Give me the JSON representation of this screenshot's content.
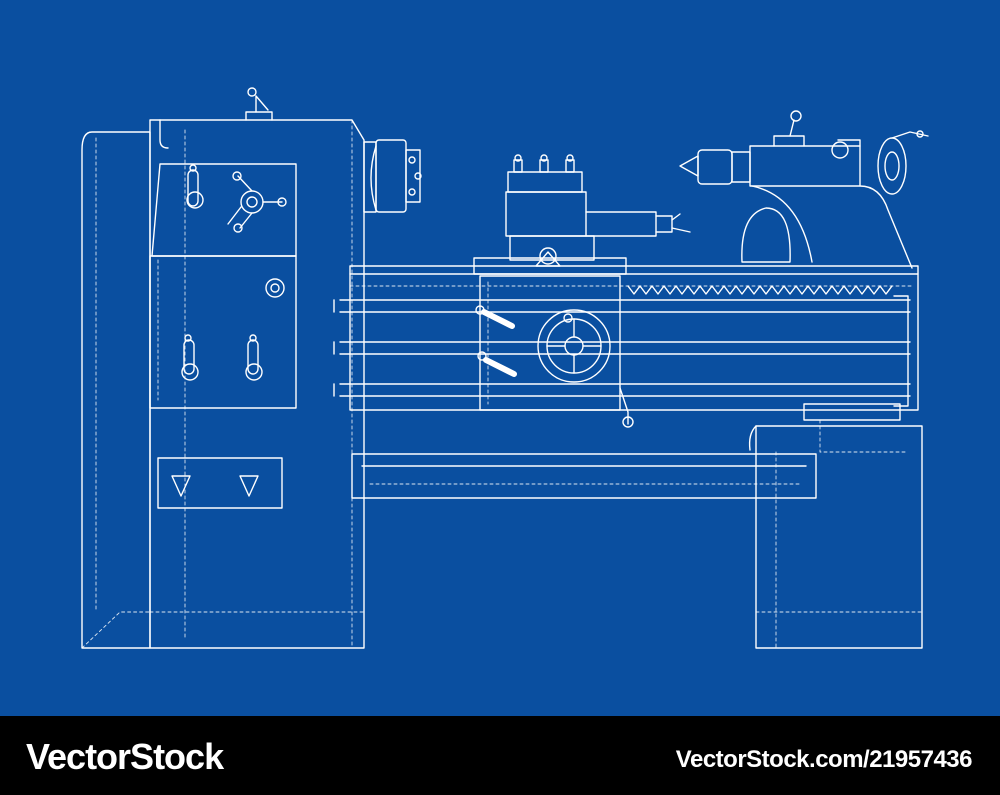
{
  "illustration": {
    "subject": "lathe-machine-wireframe",
    "background_color": "#0a4fa0",
    "line_color": "#ffffff"
  },
  "footer": {
    "brand": "VectorStock",
    "credit": "VectorStock.com/21957436",
    "background_color": "#000000"
  }
}
